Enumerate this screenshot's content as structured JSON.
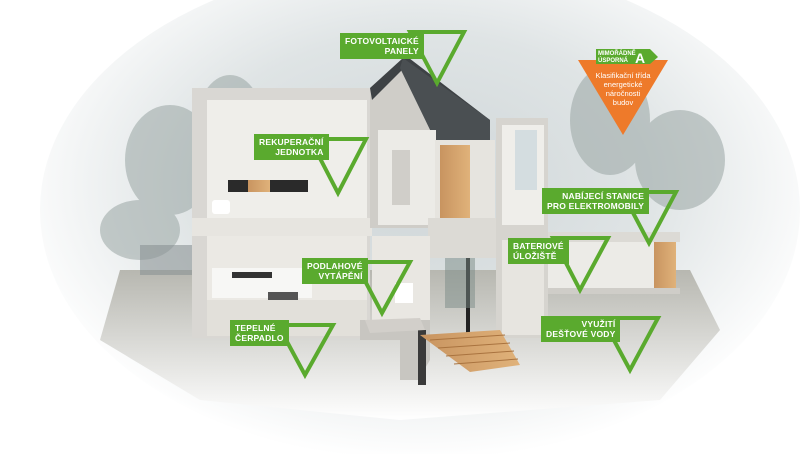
{
  "features": [
    {
      "id": "fotovoltaicke-panely",
      "label": "FOTOVOLTAICKÉ\nPANELY"
    },
    {
      "id": "rekuperacni-jednotka",
      "label": "REKUPERAČNÍ\nJEDNOTKA"
    },
    {
      "id": "podlahove-vytapeni",
      "label": "PODLAHOVÉ\nVYTÁPĚNÍ"
    },
    {
      "id": "tepelne-cerpadlo",
      "label": "TEPELNÉ\nČERPADLO"
    },
    {
      "id": "nabijeci-stanice",
      "label": "NABÍJECÍ STANICE\nPRO ELEKTROMOBILY"
    },
    {
      "id": "bateriove-uloziste",
      "label": "BATERIOVÉ\nÚLOŽIŠTĚ"
    },
    {
      "id": "vyuziti-destove-vody",
      "label": "VYUŽITÍ\nDEŠŤOVÉ VODY"
    }
  ],
  "energy_badge": {
    "rating_label": "MIMOŘÁDNĚ\nÚSPORNÁ",
    "grade": "A",
    "description": "Klasifikační třída\nenergetické\nnáročnosti\nbudov"
  },
  "colors": {
    "accent_green": "#5aaa2e",
    "badge_orange": "#ee7a2a"
  }
}
